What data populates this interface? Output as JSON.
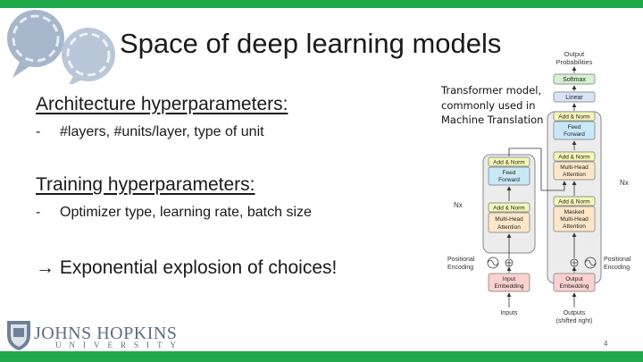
{
  "slide": {
    "title": "Space of deep learning models",
    "arch_heading": "Architecture hyperparameters:",
    "arch_bullets": [
      {
        "dash": "-",
        "text": "#layers, #units/layer, type of unit"
      }
    ],
    "train_heading": "Training hyperparameters:",
    "train_bullets": [
      {
        "dash": "-",
        "text": "Optimizer type, learning rate, batch size"
      }
    ],
    "conclusion": "→ Exponential explosion of choices!",
    "caption_lines": [
      "Transformer model,",
      "commonly used in",
      "Machine Translation"
    ],
    "page_number": "4"
  },
  "logo": {
    "name": "JOHNS HOPKINS",
    "university": "UNIVERSITY"
  },
  "diagram": {
    "output_probabilities": [
      "Output",
      "Probabilities"
    ],
    "softmax": "Softmax",
    "linear": "Linear",
    "add_norm": "Add & Norm",
    "feed_forward": [
      "Feed",
      "Forward"
    ],
    "multi_head_attention": [
      "Multi-Head",
      "Attention"
    ],
    "masked_multi_head_attention": [
      "Masked",
      "Multi-Head",
      "Attention"
    ],
    "nx": "Nx",
    "positional_encoding": [
      "Positional",
      "Encoding"
    ],
    "input_embedding": [
      "Input",
      "Embedding"
    ],
    "output_embedding": [
      "Output",
      "Embedding"
    ],
    "inputs": "Inputs",
    "outputs": [
      "Outputs",
      "(shifted right)"
    ]
  },
  "colors": {
    "accent_green": "#1fa84a",
    "feed_forward": "#c9e8f7",
    "attention": "#fde7c8",
    "add_norm": "#f4f7b8",
    "embedding": "#fbd1d0",
    "linear": "#d9e3f7",
    "softmax": "#d6f0d2",
    "stack_bg": "#ececec"
  }
}
